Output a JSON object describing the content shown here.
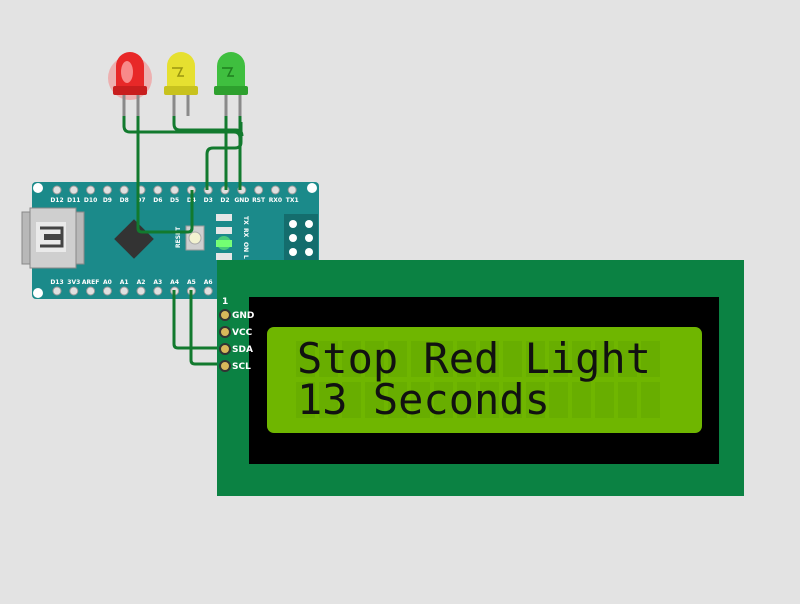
{
  "simulator": {
    "board": {
      "name": "Arduino Nano",
      "top_pins": [
        "D12",
        "D11",
        "D10",
        "D9",
        "D8",
        "D7",
        "D6",
        "D5",
        "D4",
        "D3",
        "D2",
        "GND",
        "RST",
        "RX0",
        "TX1"
      ],
      "bottom_pins": [
        "D13",
        "3V3",
        "AREF",
        "A0",
        "A1",
        "A2",
        "A3",
        "A4",
        "A5",
        "A6"
      ],
      "led_labels": [
        "TX",
        "RX",
        "ON",
        "L"
      ],
      "reset_label": "RESET",
      "colors": {
        "pcb": "#1b8a8a",
        "header": "#146d6d"
      }
    },
    "leds": [
      {
        "color": "red",
        "hex": "#e82828",
        "lit": true
      },
      {
        "color": "yellow",
        "hex": "#e6e030",
        "lit": false
      },
      {
        "color": "green",
        "hex": "#3fbf3f",
        "lit": false
      }
    ],
    "lcd": {
      "pin_index_label": "1",
      "pins": [
        "GND",
        "VCC",
        "SDA",
        "SCL"
      ],
      "line1": "Stop Red Light",
      "line2": "13 Seconds",
      "colors": {
        "pcb": "#0b8243",
        "bezel": "#000000",
        "screen": "#6fb600",
        "text": "#111111"
      }
    },
    "wire_color": "#127a2e"
  }
}
